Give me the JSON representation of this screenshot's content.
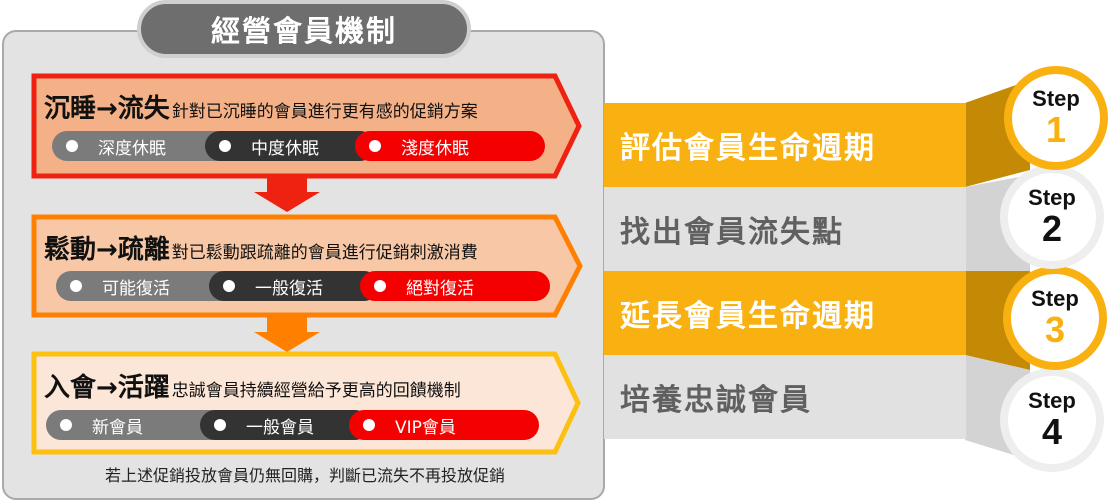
{
  "title": "經營會員機制",
  "stages": [
    {
      "heading": "沉睡→流失",
      "desc": "針對已沉睡的會員進行更有感的促銷方案",
      "options": [
        "深度休眠",
        "中度休眠",
        "淺度休眠"
      ],
      "color": "#ee2211"
    },
    {
      "heading": "鬆動→疏離",
      "desc": "對已鬆動跟疏離的會員進行促銷刺激消費",
      "options": [
        "可能復活",
        "一般復活",
        "絕對復活"
      ],
      "color": "#ff8000"
    },
    {
      "heading": "入會→活躍",
      "desc": "忠誠會員持續經營給予更高的回饋機制",
      "options": [
        "新會員",
        "一般會員",
        "VIP會員"
      ],
      "color": "#fcc010"
    }
  ],
  "note": "若上述促銷投放會員仍無回購，判斷已流失不再投放促銷",
  "steps": [
    {
      "label": "評估會員生命週期",
      "step": "Step",
      "num": "1"
    },
    {
      "label": "找出會員流失點",
      "step": "Step",
      "num": "2"
    },
    {
      "label": "延長會員生命週期",
      "step": "Step",
      "num": "3"
    },
    {
      "label": "培養忠誠會員",
      "step": "Step",
      "num": "4"
    }
  ]
}
